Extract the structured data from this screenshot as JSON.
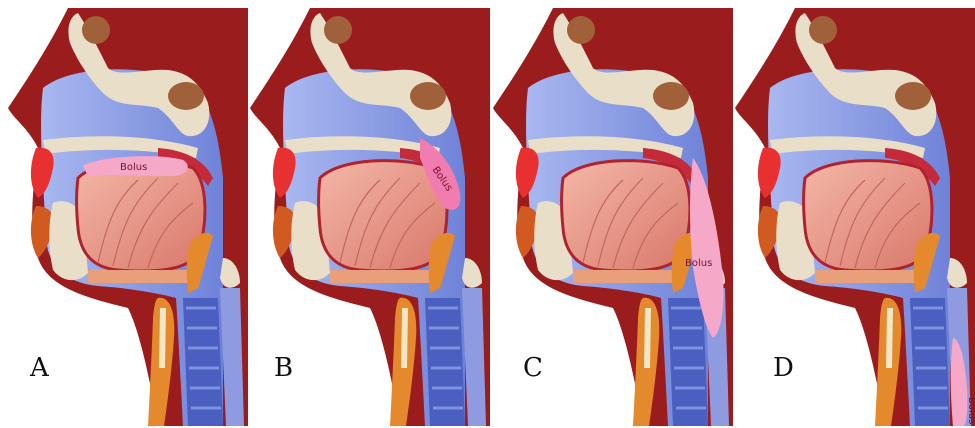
{
  "panels": [
    {
      "letter": "A",
      "bolus_label": "Bolus"
    },
    {
      "letter": "B",
      "bolus_label": "Bolus"
    },
    {
      "letter": "C",
      "bolus_label": "Bolus"
    },
    {
      "letter": "D",
      "bolus_label": "Bolus"
    }
  ],
  "colors": {
    "tissue": "#9b1c1c",
    "airway": "#8fa3e8",
    "tongue": "#e89a8e",
    "bone": "#e9dfc8",
    "bolus": "#f5a8c8",
    "cartilage": "#e58a2c"
  }
}
